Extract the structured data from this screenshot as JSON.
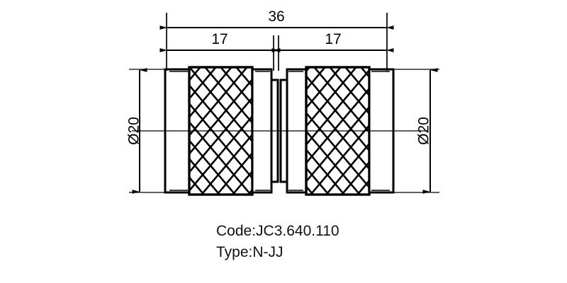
{
  "drawing": {
    "title": "N-type coaxial adapter outline drawing",
    "line_color": "#000000",
    "background_color": "#ffffff",
    "dimensions": {
      "overall_length": "36",
      "left_half_length": "17",
      "right_half_length": "17",
      "left_diameter": "Ø20",
      "right_diameter": "Ø20"
    },
    "caption": {
      "code_line": "Code:JC3.640.110",
      "type_line": "Type:N-JJ"
    },
    "features": {
      "knurl_pattern": "diamond-knurl",
      "symmetry": "bilateral",
      "centerline": "horizontal-center-axis"
    }
  }
}
